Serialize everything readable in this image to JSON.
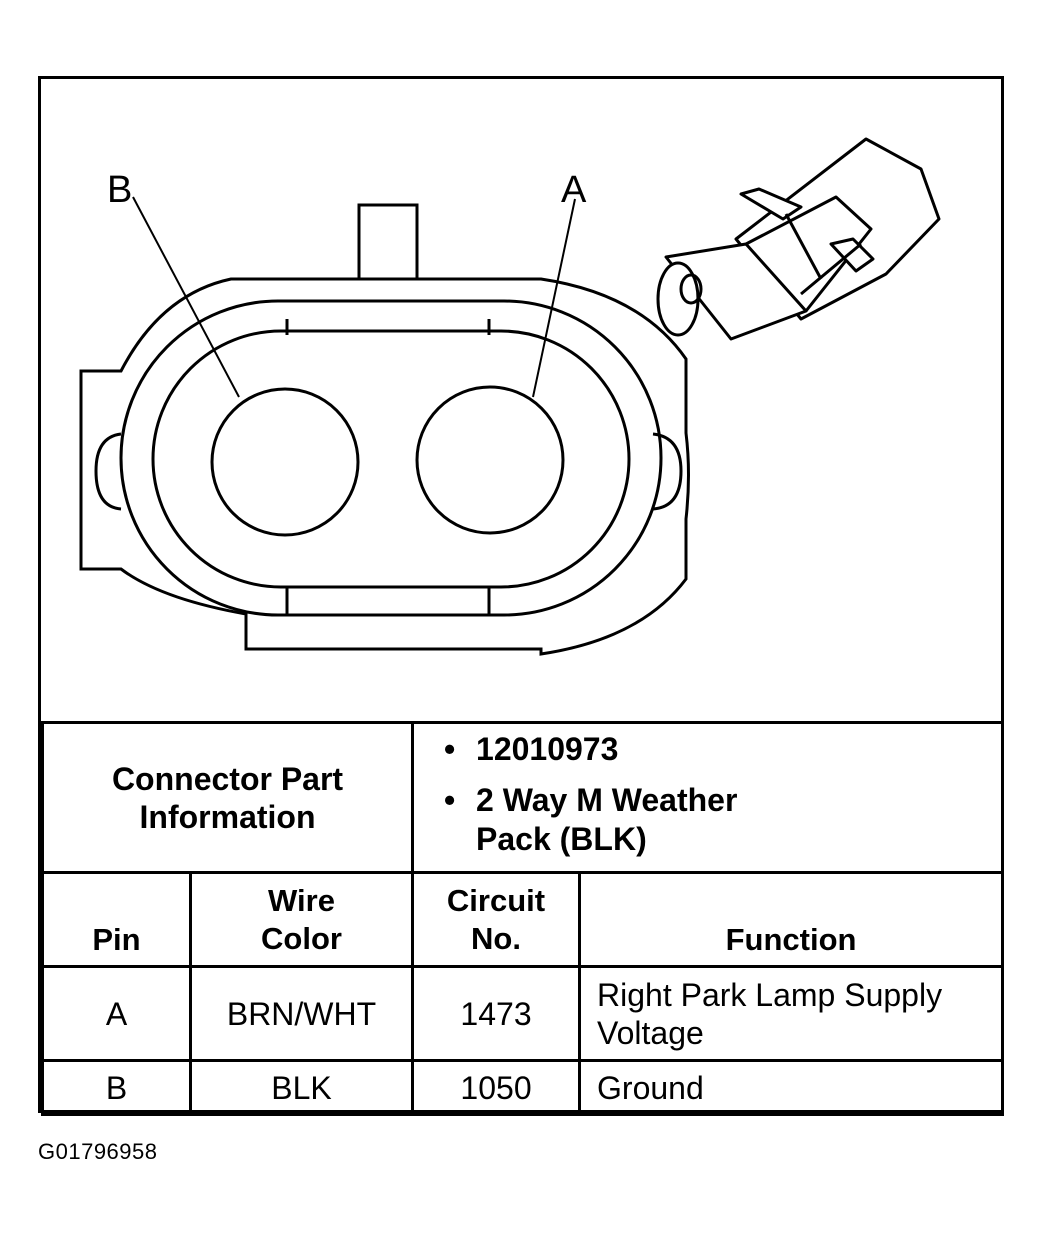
{
  "diagram": {
    "pin_a_label": "A",
    "pin_b_label": "B"
  },
  "connector_info": {
    "label": "Connector Part Information",
    "part_number": "12010973",
    "description": "2 Way M Weather Pack (BLK)"
  },
  "table": {
    "headers": {
      "pin": "Pin",
      "wire_color": "Wire Color",
      "circuit_no": "Circuit No.",
      "function": "Function"
    },
    "rows": [
      {
        "pin": "A",
        "wire_color": "BRN/WHT",
        "circuit_no": "1473",
        "function": "Right Park Lamp Supply Voltage"
      },
      {
        "pin": "B",
        "wire_color": "BLK",
        "circuit_no": "1050",
        "function": "Ground"
      }
    ]
  },
  "figure_id": "G01796958"
}
